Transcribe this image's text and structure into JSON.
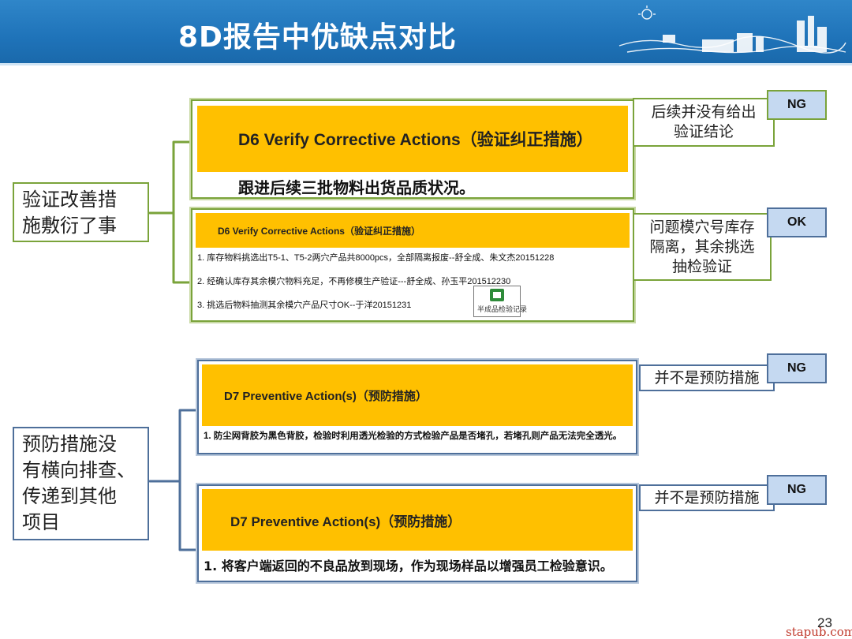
{
  "header": {
    "title": "8D报告中优缺点对比"
  },
  "sections": [
    {
      "side_label_lines": [
        "验证改善措",
        "施敷衍了事"
      ],
      "items": [
        {
          "heading": "D6  Verify Corrective Actions（验证纠正措施）",
          "lines": [
            "跟进后续三批物料出货品质状况。"
          ],
          "note_lines": [
            "后续并没有给出",
            "验证结论"
          ],
          "verdict": "NG"
        },
        {
          "heading": "D6  Verify Corrective Actions（验证纠正措施）",
          "lines": [
            "1. 库存物料挑选出T5-1、T5-2两穴产品共8000pcs，全部隔离报废--舒全成、朱文杰20151228",
            "2. 经确认库存其余模穴物料充足，不再修模生产验证---舒全成、孙玉平201512230",
            "3. 挑选后物料抽测其余模穴产品尺寸OK--于洋20151231"
          ],
          "attachment_label": "半成品检验记录",
          "note_lines": [
            "问题模穴号库存",
            "隔离，其余挑选",
            "抽检验证"
          ],
          "verdict": "OK"
        }
      ]
    },
    {
      "side_label_lines": [
        "预防措施没",
        "有横向排查、",
        "传递到其他",
        "项目"
      ],
      "items": [
        {
          "heading": "D7  Preventive Action(s)（预防措施）",
          "lines": [
            "1. 防尘网背胶为黑色背胶，检验时利用透光检验的方式检验产品是否堵孔，若堵孔则产品无法完全透光。"
          ],
          "note_lines": [
            "并不是预防措施"
          ],
          "verdict": "NG"
        },
        {
          "heading": "D7  Preventive Action(s)（预防措施）",
          "lines": [
            "1. 将客户端返回的不良品放到现场，作为现场样品以增强员工检验意识。"
          ],
          "note_lines": [
            "并不是预防措施"
          ],
          "verdict": "NG"
        }
      ]
    }
  ],
  "footer": {
    "page_number": "23",
    "watermark": "stapub.com"
  },
  "colors": {
    "header": "#1f73b9",
    "highlight": "#ffc000",
    "green_border": "#7aa33a",
    "blue_border": "#4e6f9a",
    "badge_fill": "#c5d9f1"
  },
  "icons": {
    "attachment": "excel-file-icon"
  }
}
